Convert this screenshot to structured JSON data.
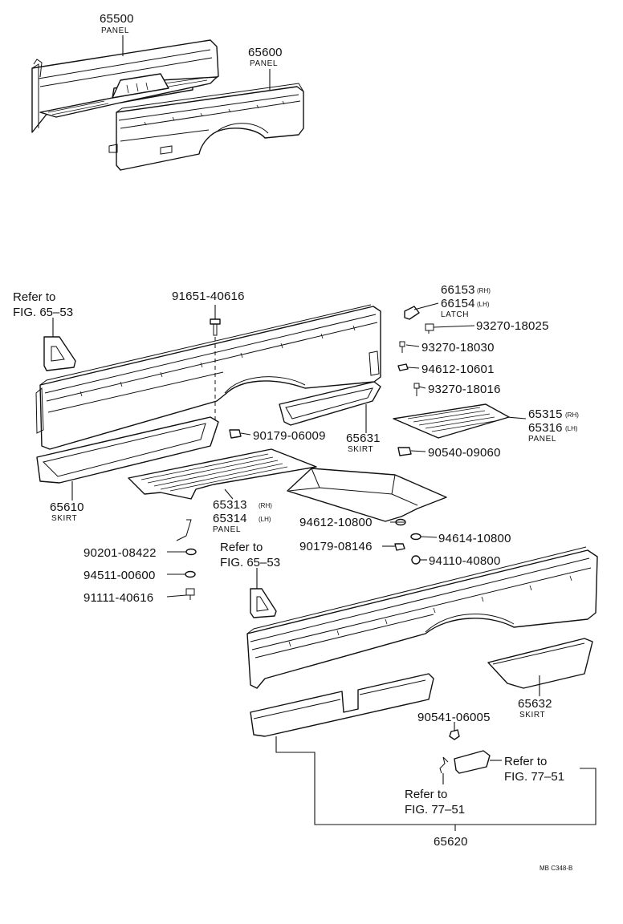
{
  "diagram": {
    "labels": {
      "p65500": "65500",
      "p65500_desc": "PANEL",
      "p65600": "65600",
      "p65600_desc": "PANEL",
      "p91651": "91651-40616",
      "p66153": "66153",
      "p66153_side": "(RH)",
      "p66154": "66154",
      "p66154_side": "(LH)",
      "latch_desc": "LATCH",
      "p93270_18025": "93270-18025",
      "p93270_18030": "93270-18030",
      "p94612_10601": "94612-10601",
      "p93270_18016": "93270-18016",
      "p65315": "65315",
      "p65315_side": "(RH)",
      "p65316": "65316",
      "p65316_side": "(LH)",
      "p6531x_desc": "PANEL",
      "p90179_06009": "90179-06009",
      "p65631": "65631",
      "p65631_desc": "SKIRT",
      "p90540_09060": "90540-09060",
      "p65610": "65610",
      "p65610_desc": "SKIRT",
      "p65313": "65313",
      "p65313_side": "(RH)",
      "p65314": "65314",
      "p65314_side": "(LH)",
      "p6531y_desc": "PANEL",
      "p94612_10800": "94612-10800",
      "p94614_10800": "94614-10800",
      "p90179_08146": "90179-08146",
      "p94110_40800": "94110-40800",
      "p90201_08422": "90201-08422",
      "p94511_00600": "94511-00600",
      "p91111_40616": "91111-40616",
      "p65632": "65632",
      "p65632_desc": "SKIRT",
      "p90541_06005": "90541-06005",
      "p65620": "65620",
      "ref_65_53_a_1": "Refer to",
      "ref_65_53_a_2": "FIG. 65–53",
      "ref_65_53_b_1": "Refer to",
      "ref_65_53_b_2": "FIG. 65–53",
      "ref_77_51_a_1": "Refer to",
      "ref_77_51_a_2": "FIG. 77–51",
      "ref_77_51_b_1": "Refer to",
      "ref_77_51_b_2": "FIG. 77–51",
      "figure_code": "MB C348-B"
    }
  }
}
